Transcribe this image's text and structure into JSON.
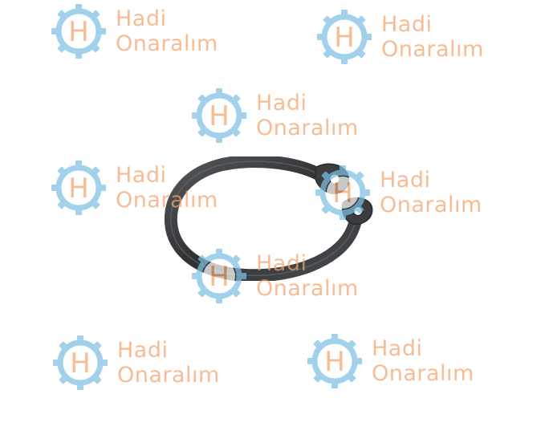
{
  "watermark": {
    "line1": "Hadi",
    "line2": "Onaralım",
    "logo_letter": "H",
    "gear_color": "#7fc0e4",
    "text_color": "#f4a36c"
  },
  "product": {
    "name": "snap-ring",
    "ring_color": "#3a3c3e"
  }
}
